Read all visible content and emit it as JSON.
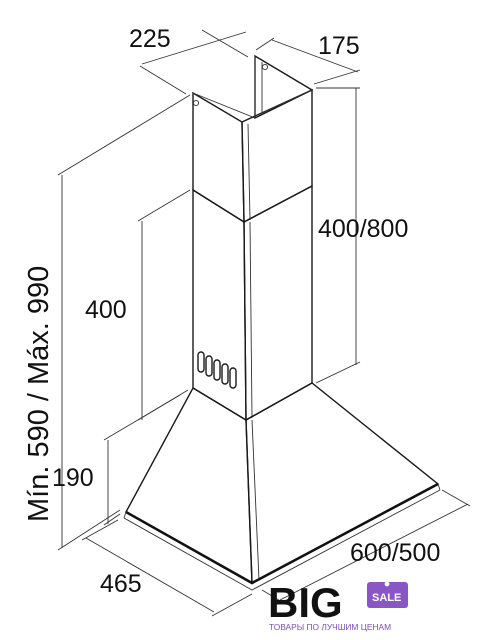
{
  "dimensions": {
    "top_depth": "225",
    "top_width": "175",
    "chimney_height": "400/800",
    "lower_chimney": "400",
    "total_height": "Mín. 590 / Máx. 990",
    "hood_height": "190",
    "hood_depth": "465",
    "hood_width": "600/500"
  },
  "logo": {
    "word": "BIG",
    "badge": "SALE",
    "tagline": "ТОВАРЫ ПО ЛУЧШИМ ЦЕНАМ",
    "brand_color": "#111111",
    "badge_color": "#8a55c4",
    "tagline_color": "#7a4fbf"
  }
}
